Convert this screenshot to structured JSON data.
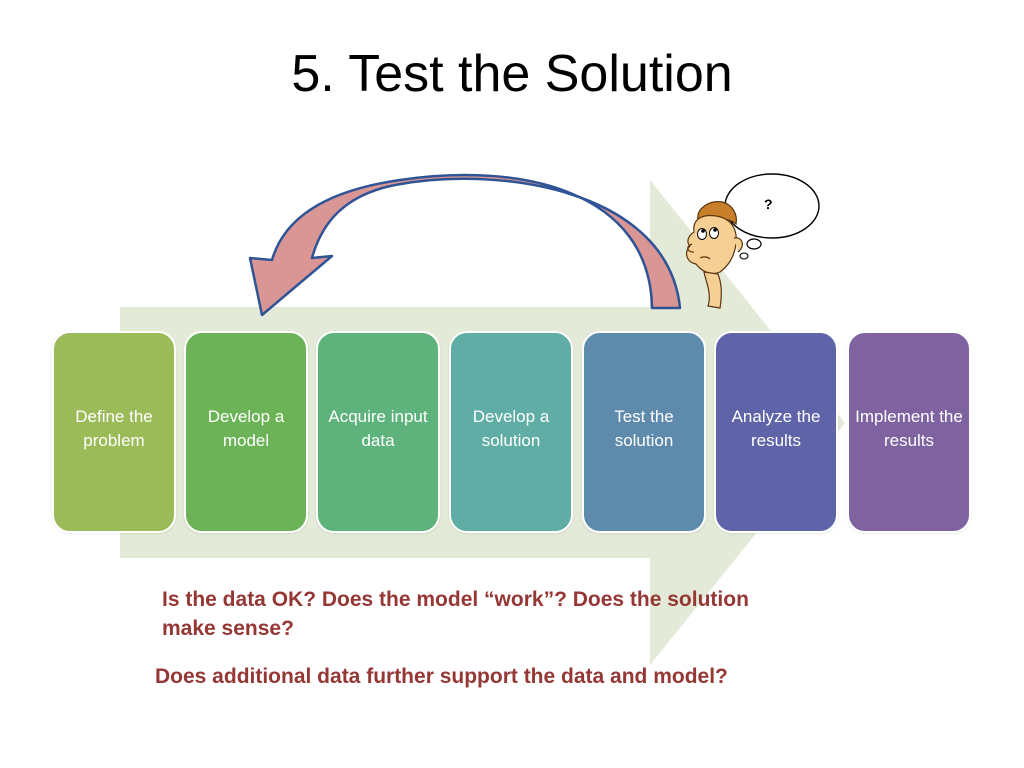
{
  "slide": {
    "title": "5. Test the Solution"
  },
  "process": {
    "steps": [
      {
        "label": "Define the problem",
        "color": "#9bbb59"
      },
      {
        "label": "Develop a model",
        "color": "#6bb356"
      },
      {
        "label": "Acquire input data",
        "color": "#5db37b"
      },
      {
        "label": "Develop a solution",
        "color": "#5fada4"
      },
      {
        "label": "Test the solution",
        "color": "#5e8aac"
      },
      {
        "label": "Analyze the results",
        "color": "#5f64a8"
      },
      {
        "label": "Implement the results",
        "color": "#7f63a1"
      }
    ],
    "background_arrow_color": "#e3ead7",
    "loop_arrow_fill": "#d99694",
    "loop_arrow_stroke": "#2f5496"
  },
  "thought": {
    "symbol": "?"
  },
  "questions": {
    "line1": "Is the data OK? Does the model “work”? Does the solution make sense?",
    "line2": "Does additional data further support the data and model?",
    "color": "#953735"
  }
}
